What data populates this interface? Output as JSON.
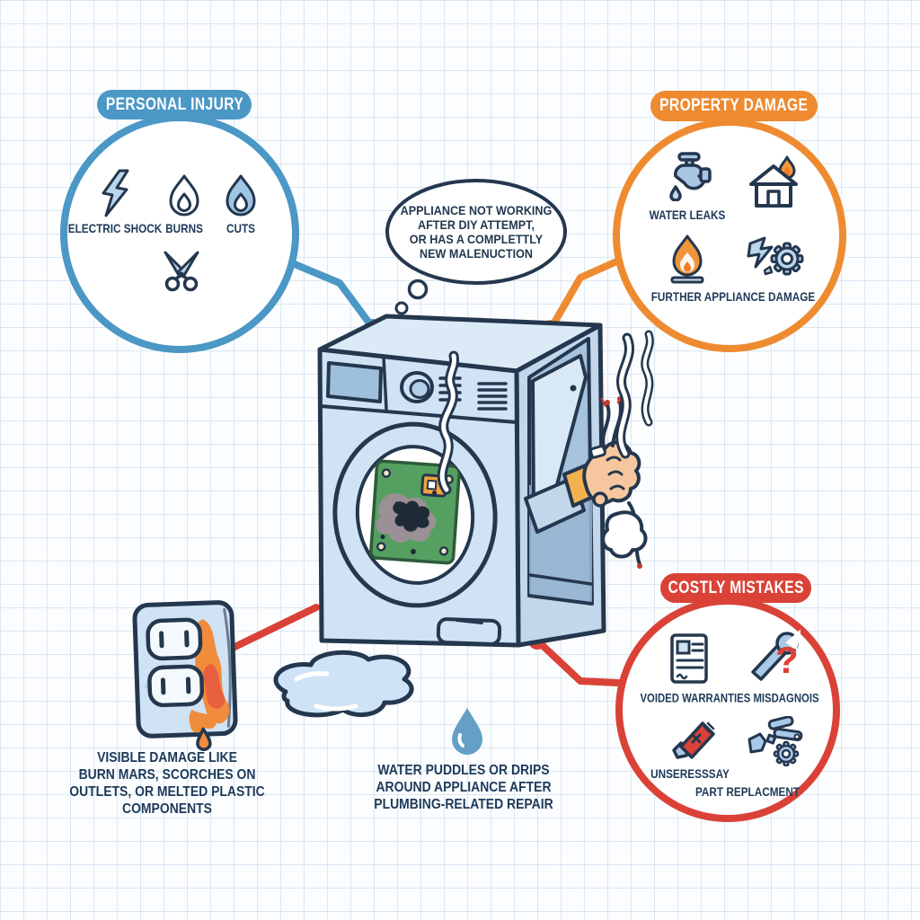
{
  "palette": {
    "personal_injury_accent": "#4b97c5",
    "property_damage_accent": "#ee8b31",
    "costly_mistakes_accent": "#da4237",
    "caption_text": "#1d3a5a",
    "machine_body": "#d0e3f4",
    "grid_line": "#d9e7f3"
  },
  "callouts": {
    "personal_injury": {
      "title": "PERSONAL INJURY",
      "color": "#4b97c5",
      "labels": {
        "electric_shock": "ELECTRIC SHOCK",
        "burns": "BURNS",
        "cuts": "CUTS"
      },
      "icons": [
        "electric-shock-icon",
        "burns-flame-icon",
        "cuts-flame-icon",
        "scissors-icon"
      ]
    },
    "property_damage": {
      "title": "PROPERTY DAMAGE",
      "color": "#ee8b31",
      "labels": {
        "water_leaks": "WATER LEAKS",
        "further_appliance_damage": "FURTHER APPLIANCE DAMAGE"
      },
      "icons": [
        "faucet-leak-icon",
        "house-fire-icon",
        "fire-icon",
        "broken-gear-icon"
      ]
    },
    "costly_mistakes": {
      "title": "COSTLY MISTAKES",
      "color": "#da4237",
      "labels": {
        "voided_warranties_misdiagnosis": "VOIDED WARRANTIES MISDAGNOIS",
        "unnecessary_line1": "UNSERESSSAY",
        "unnecessary_line2": "PART REPLACMENT"
      },
      "icons": [
        "warranty-document-icon",
        "wrench-question-icon",
        "crossed-bolt-icon",
        "spare-parts-icon"
      ],
      "question_mark": "?"
    }
  },
  "thought_bubble": {
    "lines": [
      "APPLIANCE NOT WORKING",
      "AFTER DIY ATTEMPT,",
      "OR HAS A COMPLETTLY",
      "NEW MALENUCTION"
    ]
  },
  "captions": {
    "outlet_damage": {
      "lines": [
        "VISIBLE DAMAGE LIKE",
        "BURN MARS, SCORCHES ON",
        "OUTLETS, OR MELTED PLASTIC",
        "COMPONENTS"
      ]
    },
    "water_puddles": {
      "lines": [
        "WATER PUDDLES OR DRIPS",
        "AROUND APPLIANCE AFTER",
        "PLUMBING-RELATED REPAIR"
      ]
    }
  }
}
